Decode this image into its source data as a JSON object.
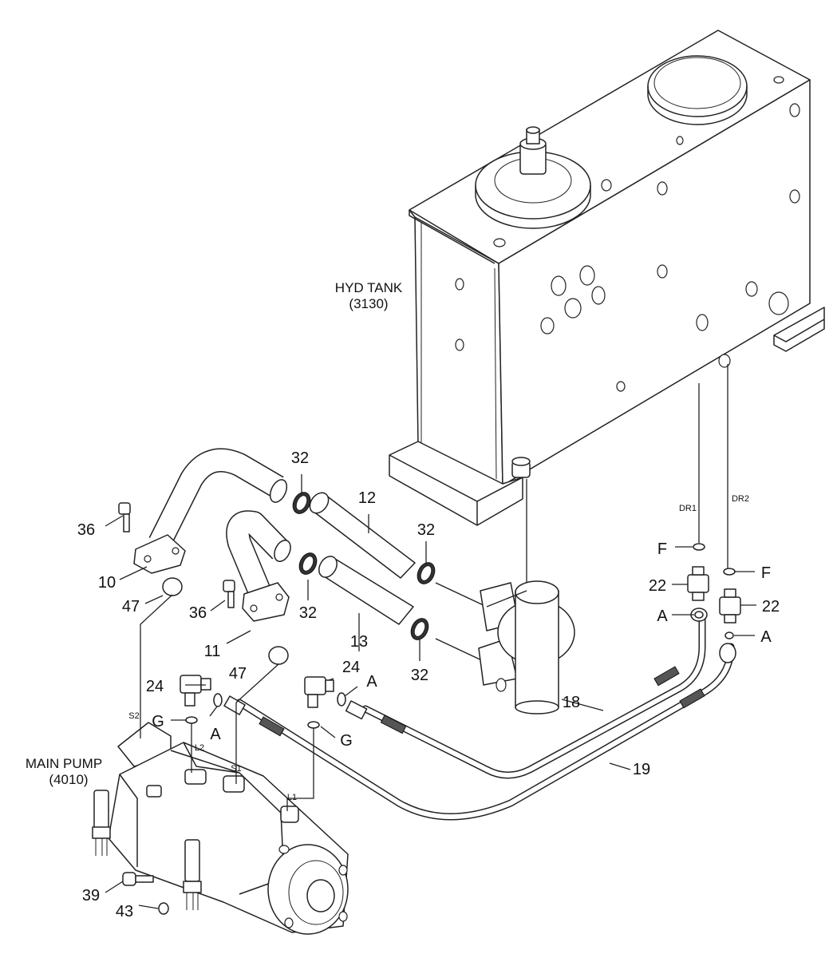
{
  "components": {
    "hyd_tank": {
      "name": "HYD TANK",
      "code": "(3130)"
    },
    "main_pump": {
      "name": "MAIN PUMP",
      "code": "(4010)"
    }
  },
  "ports": {
    "dr1": "DR1",
    "dr2": "DR2",
    "s1": "S1",
    "s2": "S2",
    "l1": "L1",
    "l2": "L2"
  },
  "callouts": {
    "c32_top": "32",
    "c12": "12",
    "c32_right_top": "32",
    "c36_top": "36",
    "c10": "10",
    "c32_mid": "32",
    "c47_top": "47",
    "c36_mid": "36",
    "c13": "13",
    "c11": "11",
    "c32_bottom": "32",
    "c47_bottom": "47",
    "c24_left": "24",
    "c24_right": "24",
    "cA_pump_left": "A",
    "cA_pump_right": "A",
    "cG_left": "G",
    "cG_right": "G",
    "cF_left": "F",
    "cF_right": "F",
    "c22_left": "22",
    "c22_right": "22",
    "cA_tank_left": "A",
    "cA_tank_right": "A",
    "c18": "18",
    "c19": "19",
    "c39": "39",
    "c43": "43"
  }
}
